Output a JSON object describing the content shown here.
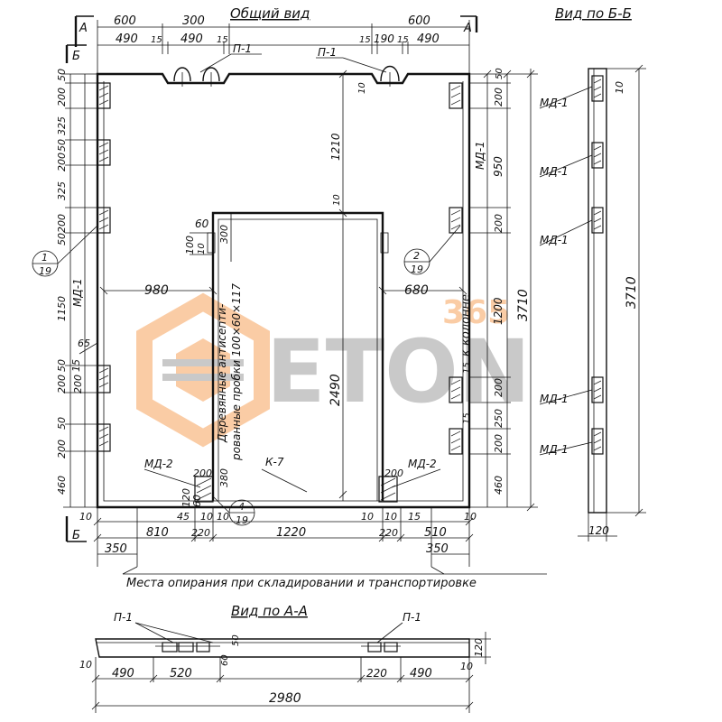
{
  "titles": {
    "general_view": "Общий вид",
    "view_bb": "Вид по Б-Б",
    "view_aa": "Вид по А-А"
  },
  "section_marks": {
    "a": "А",
    "b": "Б"
  },
  "top_dims": {
    "d600_left": "600",
    "d300": "300",
    "d600_right": "600",
    "d490_1": "490",
    "d15_1": "15",
    "d490_2": "490",
    "d15_2": "15",
    "d15_3": "15",
    "d190": "190",
    "d15_4": "15",
    "d490_3": "490"
  },
  "part_labels": {
    "p1": "П-1",
    "md1": "МД-1",
    "md2": "МД-2",
    "k7": "К-7"
  },
  "left_dims": [
    "50",
    "200",
    "325",
    "50",
    "200",
    "325",
    "200",
    "50",
    "1150",
    "65",
    "50",
    "200",
    "200",
    "15",
    "50",
    "200",
    "460"
  ],
  "interior_dims": {
    "d1210": "1210",
    "d10_top": "10",
    "d10_mid": "10",
    "d980": "980",
    "d680": "680",
    "d2490": "2490",
    "d60": "60",
    "d300i": "300",
    "d100": "100",
    "d10i": "10",
    "d200_low": "200",
    "d380": "380",
    "d120": "120",
    "d60b": "60",
    "d200_rlow": "200",
    "d15_lo": "15",
    "d15_ro": "15"
  },
  "wood_note": [
    "Деревянные антисепти-",
    "рованные пробки 100×60×117"
  ],
  "column_note": "к колонне",
  "right_dims": {
    "d50": "50",
    "d200a": "200",
    "d950": "950",
    "d200b": "200",
    "d1200": "1200",
    "d3710": "3710",
    "d15": "15",
    "d200c": "200",
    "d250": "250",
    "d15b": "15",
    "d200d": "200",
    "d460": "460"
  },
  "callouts": [
    {
      "top": "1",
      "bottom": "19"
    },
    {
      "top": "2",
      "bottom": "19"
    },
    {
      "top": "4",
      "bottom": "19"
    }
  ],
  "bottom_dims": {
    "d10_l": "10",
    "d45": "45",
    "d10a": "10",
    "d10b": "10",
    "d10c": "10",
    "d10d": "10",
    "d15": "15",
    "d10_r": "10",
    "d810": "810",
    "d220_l": "220",
    "d1220": "1220",
    "d220_r": "220",
    "d510": "510",
    "d350_l": "350",
    "d350_r": "350"
  },
  "support_note": "Места опирания при складировании и транспортировке",
  "view_bb_dims": {
    "d10": "10",
    "d3710": "3710",
    "d120": "120"
  },
  "view_aa_dims": {
    "d10": "10",
    "d490_l": "490",
    "d520": "520",
    "d60": "60",
    "d50": "50",
    "d220": "220",
    "d490_r": "490",
    "d10_r": "10",
    "d120": "120",
    "d2980": "2980"
  },
  "watermark": {
    "word": "ETON",
    "small": "365",
    "color_orange": "#f7a35c",
    "color_grey": "#9e9e9e"
  }
}
